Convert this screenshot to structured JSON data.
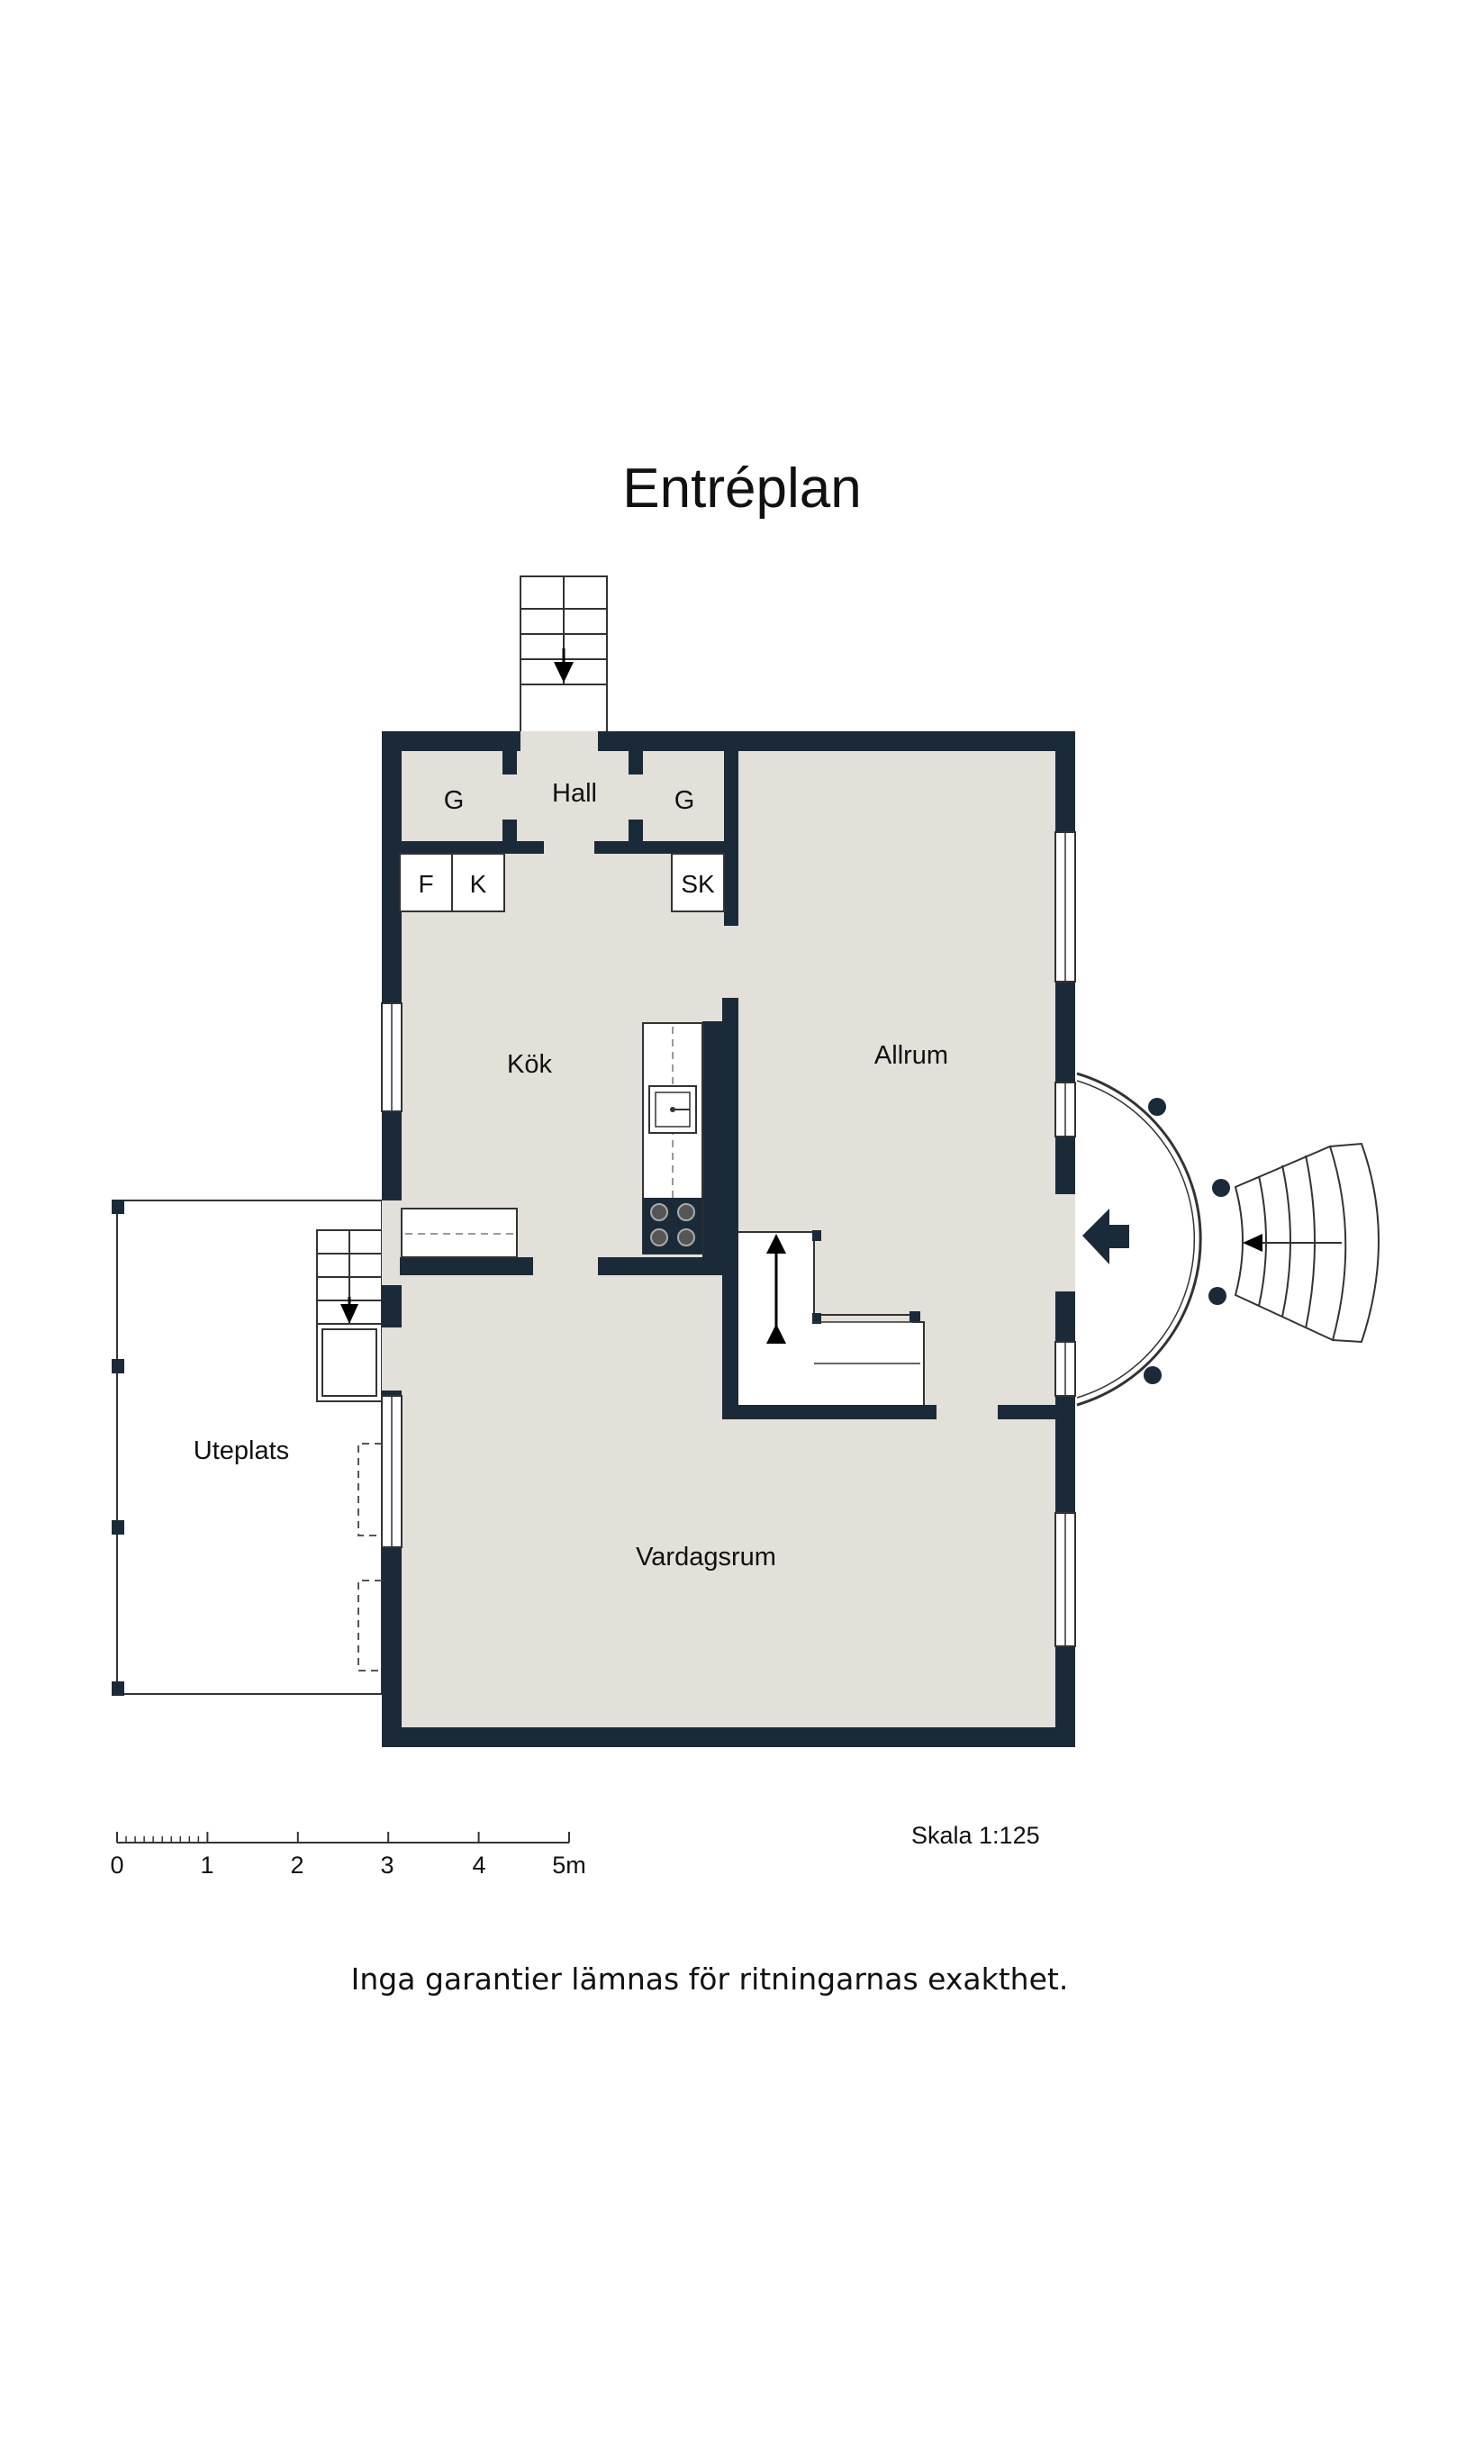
{
  "title": "Entréplan",
  "rooms": {
    "hall": "Hall",
    "closet_left": "G",
    "closet_right": "G",
    "fridge": "F",
    "freezer": "K",
    "cabinet": "SK",
    "kitchen": "Kök",
    "family_room": "Allrum",
    "patio": "Uteplats",
    "living_room": "Vardagsrum"
  },
  "scale": {
    "label": "Skala 1:125",
    "ticks": [
      "0",
      "1",
      "2",
      "3",
      "4",
      "5m"
    ]
  },
  "disclaimer": "Inga garantier lämnas för ritningarnas exakthet.",
  "colors": {
    "wall": "#1b2a38",
    "floor": "#e3e0da",
    "line": "#333333"
  }
}
